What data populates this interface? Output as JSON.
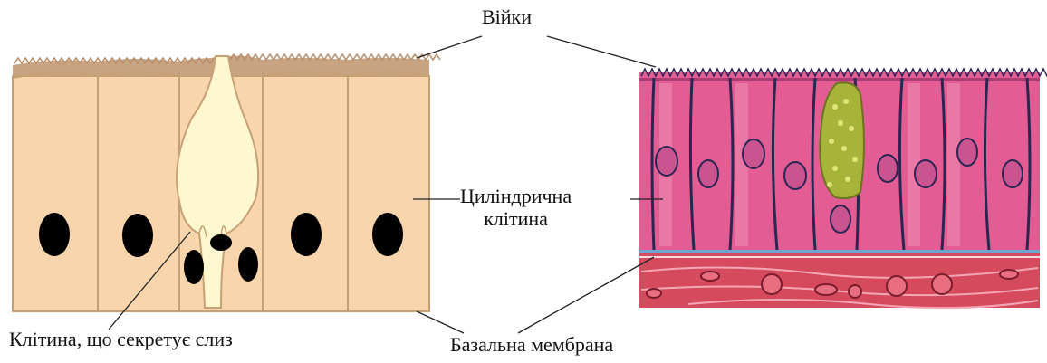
{
  "labels": {
    "cilia": "Війки",
    "columnar_cell_line1": "Циліндрична",
    "columnar_cell_line2": "клітина",
    "mucus_cell": "Клітина, що секретує слиз",
    "basal_membrane": "Базальна мембрана"
  },
  "colors": {
    "schematic_cell_fill": "#f9d5ad",
    "schematic_border": "#c7a075",
    "schematic_cilia": "#c9a483",
    "goblet_fill": "#fff7cf",
    "nucleus": "#000000",
    "micro_cell_fill": "#e35c93",
    "micro_cell_border": "#2a2652",
    "micro_goblet": "#a6b43a",
    "connective_tissue": "#d64a5e",
    "basal_line": "#6ea6cf"
  }
}
